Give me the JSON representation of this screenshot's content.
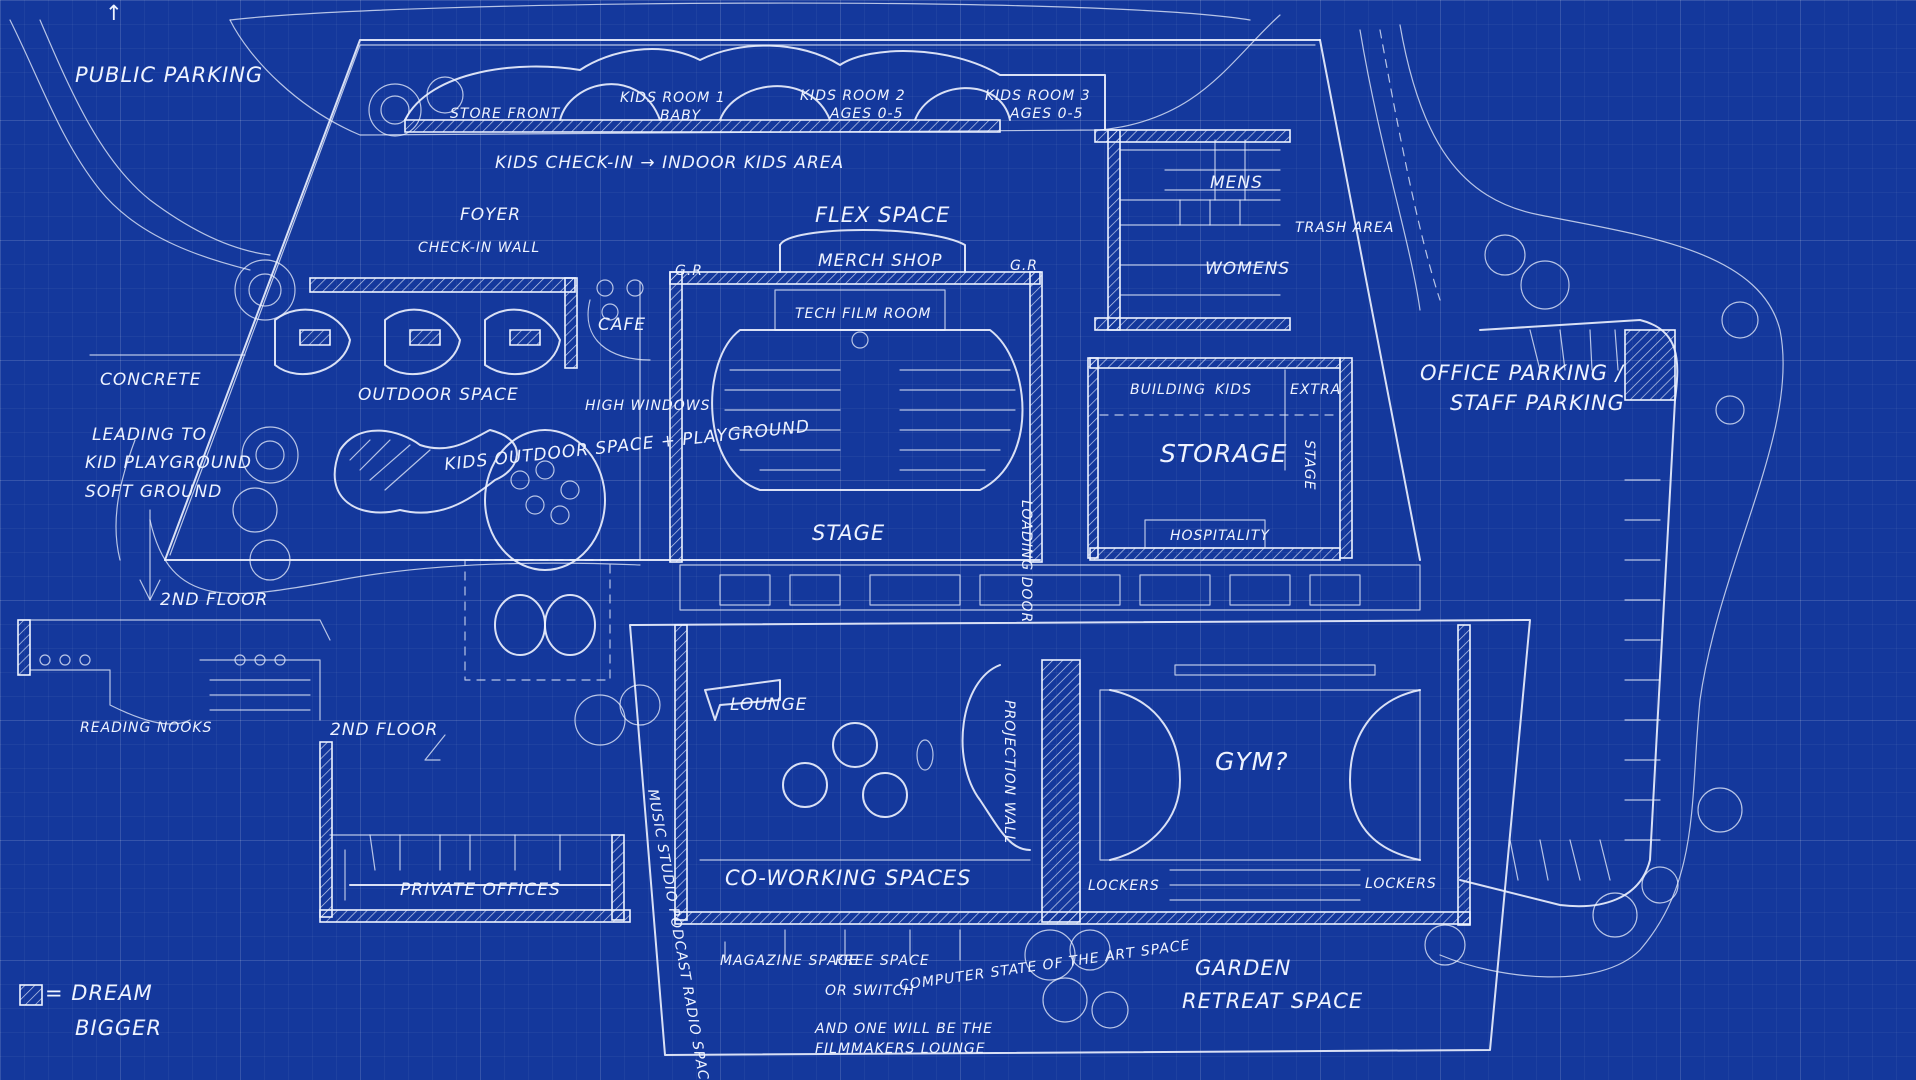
{
  "plan": {
    "north_arrow": "↑",
    "public_parking": "PUBLIC PARKING",
    "kids_checkin": "KIDS CHECK-IN → INDOOR KIDS AREA",
    "store_front": "STORE FRONT",
    "kids_room1": "KIDS ROOM 1",
    "kids_room1_note": "BABY",
    "kids_room2": "KIDS ROOM 2",
    "kids_room2_note": "AGES 0-5",
    "kids_room3": "KIDS ROOM 3",
    "kids_room3_note": "AGES 0-5",
    "foyer": "FOYER",
    "checkin_wall": "CHECK-IN WALL",
    "flex_space": "FLEX SPACE",
    "merch_shop": "MERCH SHOP",
    "tech_film_room": "TECH FILM ROOM",
    "gr_left": "G.R",
    "gr_right": "G.R",
    "cafe": "CAFE",
    "outdoor_space": "OUTDOOR SPACE",
    "high_windows": "HIGH WINDOWS",
    "kids_outdoor": "KIDS OUTDOOR SPACE + PLAYGROUND",
    "concrete": "CONCRETE",
    "leading_to": "LEADING TO",
    "kid_playground": "KID PLAYGROUND",
    "soft_ground": "SOFT GROUND",
    "stage": "STAGE",
    "loading_door": "LOADING DOOR",
    "mens": "MENS",
    "womens": "WOMENS",
    "trash_area": "TRASH AREA",
    "building": "BUILDING",
    "kids": "KIDS",
    "extra": "EXTRA",
    "storage": "STORAGE",
    "stage_storage": "STAGE",
    "hospitality": "HOSPITALITY",
    "office_parking": "OFFICE PARKING /",
    "staff_parking": "STAFF PARKING",
    "second_floor_a": "2ND FLOOR",
    "second_floor_b": "2ND FLOOR",
    "reading_nooks": "READING NOOKS",
    "lounge": "LOUNGE",
    "projection_wall": "PROJECTION WALL",
    "gym": "GYM?",
    "lockers_left": "LOCKERS",
    "lockers_right": "LOCKERS",
    "co_working": "CO-WORKING SPACES",
    "music_studio": "MUSIC STUDIO PODCAST RADIO SPACE",
    "private_offices": "PRIVATE OFFICES",
    "magazine_space": "MAGAZINE SPACE",
    "free_space": "FREE SPACE",
    "or_switch": "OR SWITCH",
    "one_will_be": "AND ONE WILL BE THE",
    "filmmakers_lounge": "FILMMAKERS LOUNGE",
    "computer_space": "COMPUTER STATE OF THE ART SPACE",
    "garden": "GARDEN",
    "retreat_space": "RETREAT SPACE",
    "dream": "= DREAM",
    "bigger": "BIGGER"
  }
}
